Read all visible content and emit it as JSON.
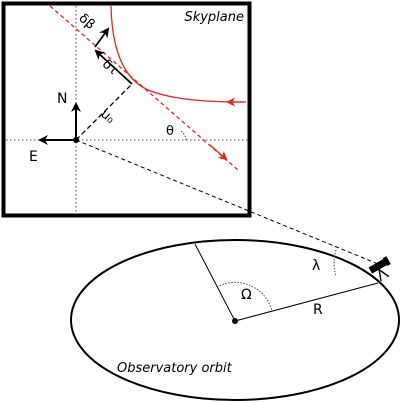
{
  "skyplane": {
    "title": "Skyplane",
    "labels": {
      "north": "N",
      "east": "E",
      "u0": "u₀",
      "theta": "θ",
      "delta_tau": "δτ",
      "delta_beta": "δβ"
    }
  },
  "orbit": {
    "title": "Observatory orbit",
    "labels": {
      "omega": "Ω",
      "radius": "R",
      "lambda": "λ"
    }
  },
  "colors": {
    "trajectory": "#e8251f",
    "ink": "#000000",
    "guide": "#555555"
  }
}
